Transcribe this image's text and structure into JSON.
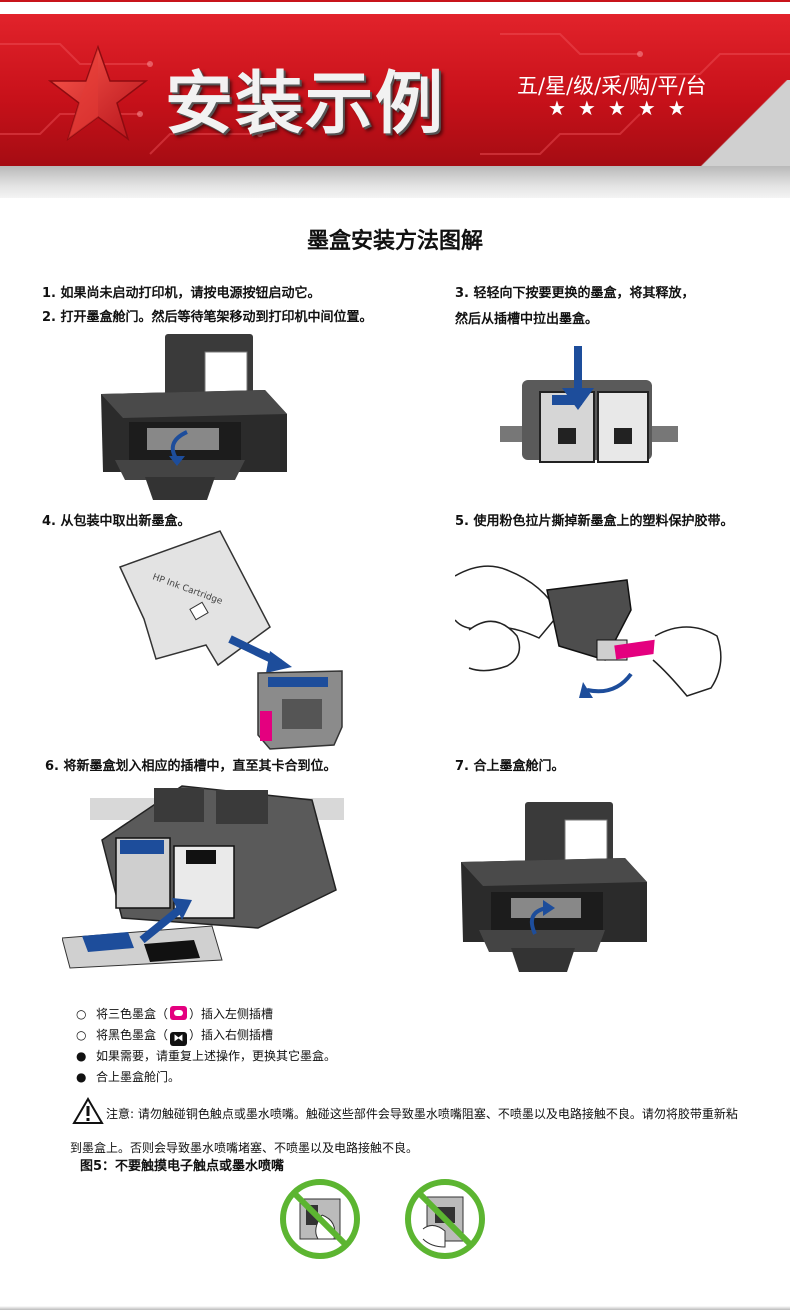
{
  "banner": {
    "title": "安装示例",
    "platform": "五/星/级/采/购/平/台",
    "stars": "★★★★★",
    "colors": {
      "red": "#d4161f",
      "grey": "#c8c8c8"
    }
  },
  "heading": "墨盒安装方法图解",
  "steps": {
    "s1": "1. 如果尚未启动打印机，请按电源按钮启动它。",
    "s2": "2. 打开墨盒舱门。然后等待笔架移动到打印机中间位置。",
    "s3a": "3. 轻轻向下按要更换的墨盒，将其释放，",
    "s3b": "然后从插槽中拉出墨盒。",
    "s4": "4. 从包装中取出新墨盒。",
    "s5": "5. 使用粉色拉片撕掉新墨盒上的塑料保护胶带。",
    "s6": "6. 将新墨盒划入相应的插槽中，直至其卡合到位。",
    "s7": "7. 合上墨盒舱门。"
  },
  "package_text": "HP Ink Cartridge",
  "bullets": [
    {
      "marker": "○",
      "before": "将三色墨盒（",
      "after": "）插入左侧插槽",
      "icon": "tricolor-cartridge-icon",
      "icon_color": "#e4007f"
    },
    {
      "marker": "○",
      "before": "将黑色墨盒（",
      "after": "）插入右侧插槽",
      "icon": "black-cartridge-icon",
      "icon_color": "#111111"
    },
    {
      "marker": "●",
      "text": "如果需要，请重复上述操作，更换其它墨盒。"
    },
    {
      "marker": "●",
      "text": "合上墨盒舱门。"
    }
  ],
  "warning": {
    "icon": "warning-triangle-icon",
    "line1": "注意: 请勿触碰铜色触点或墨水喷嘴。触碰这些部件会导致墨水喷嘴阻塞、不喷墨以及电路接触不良。请勿将胶带重新粘",
    "line2": "到墨盒上。否则会导致墨水喷嘴堵塞、不喷墨以及电路接触不良。"
  },
  "figure5": {
    "caption": "图5：不要触摸电子触点或墨水喷嘴",
    "icon_color": "#5cb531"
  }
}
